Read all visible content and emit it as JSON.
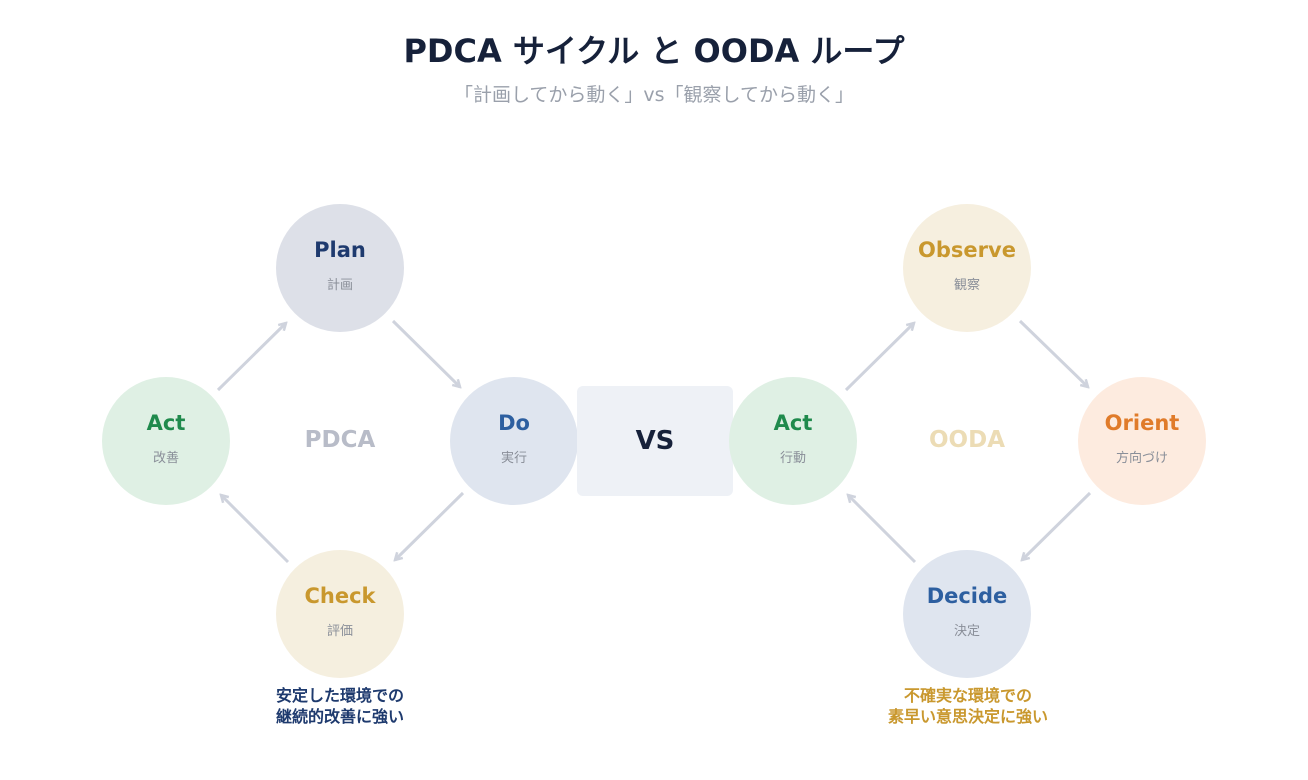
{
  "title": "PDCA サイクル と OODA ループ",
  "subtitle": "「計画してから動く」vs「観察してから動く」",
  "pdca": {
    "label": "PDCA",
    "nodes": [
      {
        "en": "Plan",
        "ja": "計画"
      },
      {
        "en": "Do",
        "ja": "実行"
      },
      {
        "en": "Check",
        "ja": "評価"
      },
      {
        "en": "Act",
        "ja": "改善"
      }
    ],
    "note_line1": "安定した環境での",
    "note_line2": "継続的改善に強い"
  },
  "ooda": {
    "label": "OODA",
    "nodes": [
      {
        "en": "Observe",
        "ja": "観察"
      },
      {
        "en": "Orient",
        "ja": "方向づけ"
      },
      {
        "en": "Decide",
        "ja": "決定"
      },
      {
        "en": "Act",
        "ja": "行動"
      }
    ],
    "note_line1": "不確実な環境での",
    "note_line2": "素早い意思決定に強い"
  },
  "vs": "VS",
  "colors": {
    "navy": "#1e3a6e",
    "blue": "#2d5fa0",
    "gold": "#c9982e",
    "green": "#1f8a4c",
    "orange": "#e07b2a",
    "arrow": "#cfd3dd"
  }
}
